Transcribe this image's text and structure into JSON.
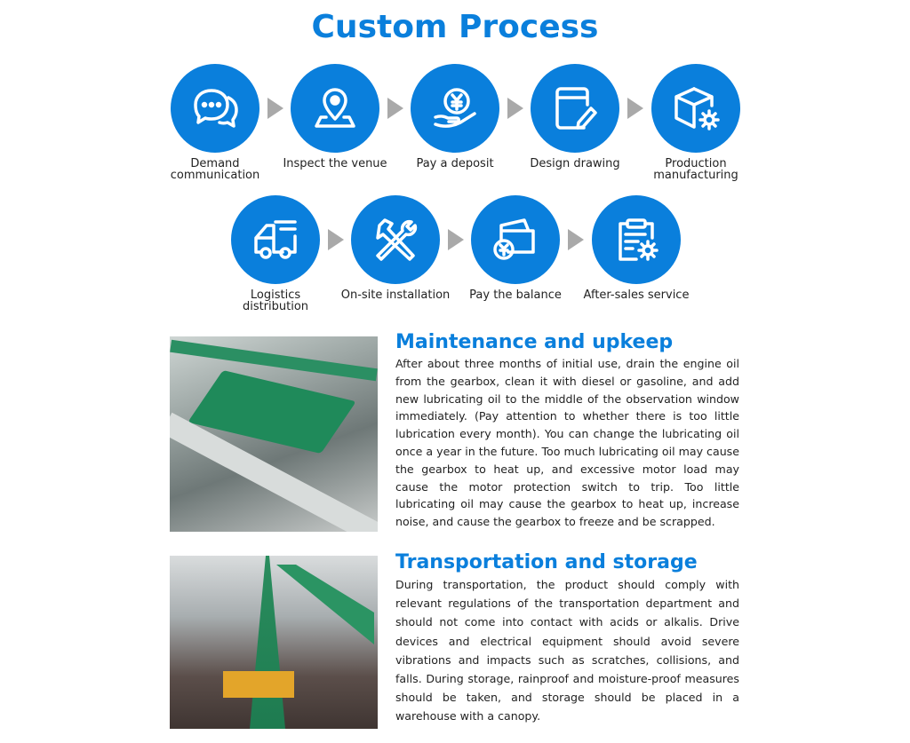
{
  "title": "Custom Process",
  "steps": [
    {
      "label": "Demand communication",
      "icon": "chat-bubbles-icon"
    },
    {
      "label": "Inspect the venue",
      "icon": "location-pin-icon"
    },
    {
      "label": "Pay a deposit",
      "icon": "yen-coin-hand-icon"
    },
    {
      "label": "Design drawing",
      "icon": "drawing-pen-icon"
    },
    {
      "label": "Production manufacturing",
      "icon": "box-gear-icon"
    },
    {
      "label": "Logistics distribution",
      "icon": "truck-icon"
    },
    {
      "label": "On-site installation",
      "icon": "tools-icon"
    },
    {
      "label": "Pay the balance",
      "icon": "wallet-yen-icon"
    },
    {
      "label": "After-sales service",
      "icon": "clipboard-gear-icon"
    }
  ],
  "sections": [
    {
      "title": "Maintenance and upkeep",
      "body": "After about three months of initial use, drain the engine oil from the gearbox, clean it with diesel or gasoline, and add new lubricating oil to the middle of the observation window immediately. (Pay attention to whether there is too little lubrication every month). You can change the lubricating oil once a year in the future. Too much lubricating oil may cause the gearbox to heat up, and excessive motor load may cause the motor protection switch to trip. Too little lubricating oil may cause the gearbox to heat up, increase noise, and cause the gearbox to freeze and be scrapped."
    },
    {
      "title": "Transportation and storage",
      "body": "During transportation, the product should comply with relevant regulations of the transportation department and should not come into contact with acids or alkalis. Drive devices and electrical equipment should avoid severe vibrations and impacts such as scratches, collisions, and falls. During storage, rainproof and moisture-proof measures should be taken, and storage should be placed in a warehouse with a canopy."
    }
  ],
  "colors": {
    "accent": "#0a7fdc",
    "arrow": "#a9a9a9"
  }
}
